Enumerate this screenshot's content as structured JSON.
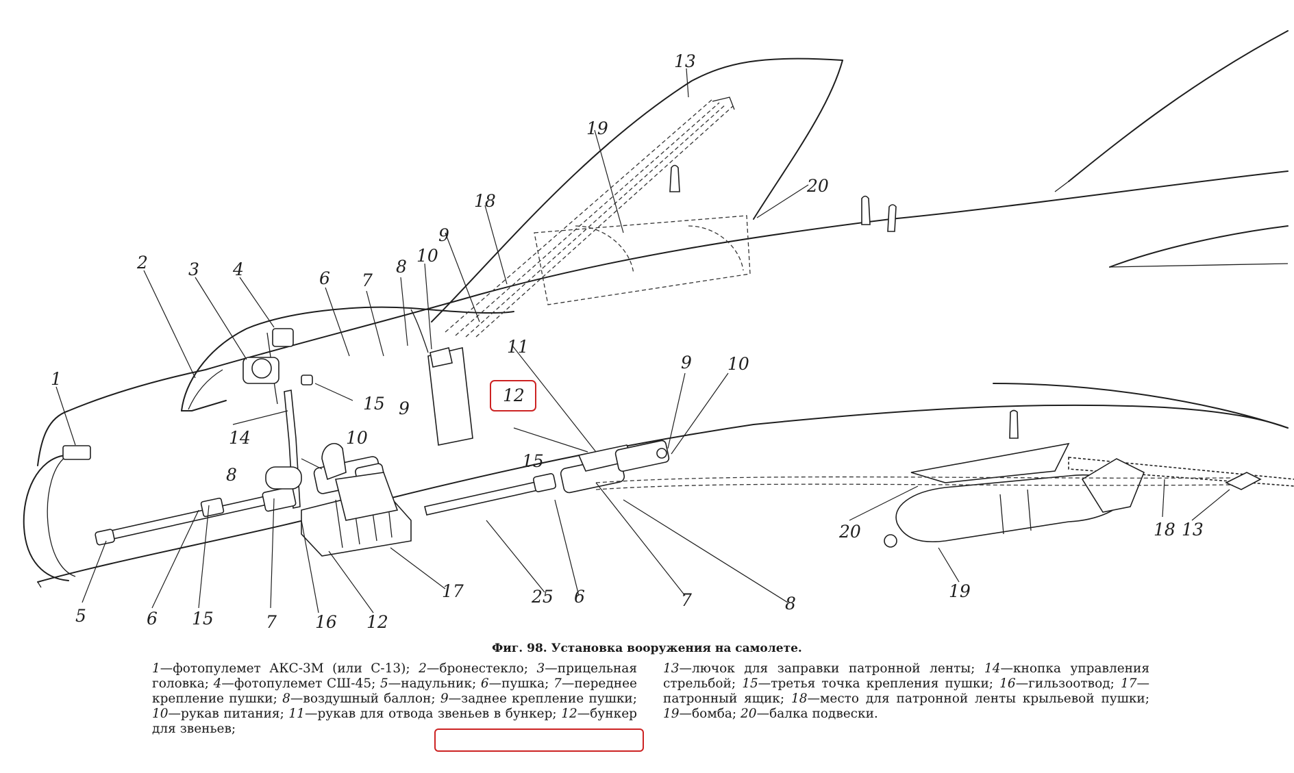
{
  "figure": {
    "caption": "Фиг. 98. Установка вооружения на самолете.",
    "callouts": [
      "1",
      "2",
      "3",
      "4",
      "5",
      "6",
      "7",
      "8",
      "9",
      "10",
      "11",
      "12",
      "13",
      "14",
      "15",
      "16",
      "17",
      "18",
      "19",
      "20",
      "25"
    ]
  },
  "legend": {
    "items": [
      {
        "num": "1",
        "text": "—фотопулемет АКС-3М (или С-13);"
      },
      {
        "num": "2",
        "text": "—бронестекло;"
      },
      {
        "num": "3",
        "text": "—прицельная головка;"
      },
      {
        "num": "4",
        "text": "—фотопулемет СШ-45;"
      },
      {
        "num": "5",
        "text": "—надульник;"
      },
      {
        "num": "6",
        "text": "—пушка;"
      },
      {
        "num": "7",
        "text": "—переднее крепление пушки;"
      },
      {
        "num": "8",
        "text": "—воздушный баллон;"
      },
      {
        "num": "9",
        "text": "—заднее крепление пушки;"
      },
      {
        "num": "10",
        "text": "—рукав питания;"
      },
      {
        "num": "11",
        "text": "—рукав для отвода звеньев в бункер;"
      },
      {
        "num": "12",
        "text": "—бункер для звеньев;"
      },
      {
        "num": "13",
        "text": "—лючок для заправки патронной ленты;"
      },
      {
        "num": "14",
        "text": "—кнопка управления стрельбой;"
      },
      {
        "num": "15",
        "text": "—третья точка крепления пушки;"
      },
      {
        "num": "16",
        "text": "—гильзоотвод;"
      },
      {
        "num": "17",
        "text": "—патронный ящик;"
      },
      {
        "num": "18",
        "text": "—место для патронной ленты крыльевой пушки;"
      },
      {
        "num": "19",
        "text": "—бомба;"
      },
      {
        "num": "20",
        "text": "—балка подвески."
      }
    ]
  },
  "highlight": {
    "color": "#cc2222"
  }
}
